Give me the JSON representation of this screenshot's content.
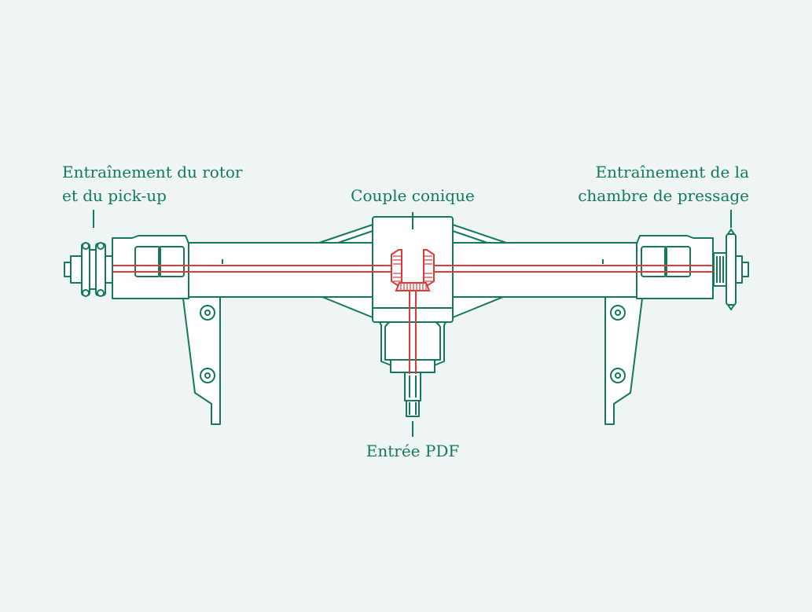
{
  "labels": {
    "left_line1": "Entraînement du rotor",
    "left_line2": "et du pick-up",
    "right_line1": "Entraînement de la",
    "right_line2": "chambre de pressage",
    "center": "Couple conique",
    "bottom": "Entrée PDF"
  },
  "colors": {
    "background": "#eff5f4",
    "outline": "#127a5a",
    "drive_path": "#dd3b3b"
  }
}
